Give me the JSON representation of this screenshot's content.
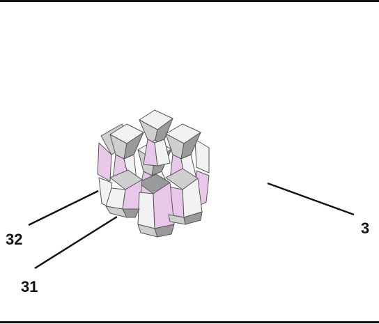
{
  "labels": {
    "structure": "3",
    "part_a": "32",
    "part_b": "31"
  },
  "colors": {
    "frame": "#111111",
    "cell_light": "#f2f2f2",
    "cell_mid": "#cfcfcf",
    "cell_dark": "#9a9a9a",
    "cell_pink": "#e8c8e8",
    "edge": "#555555"
  }
}
